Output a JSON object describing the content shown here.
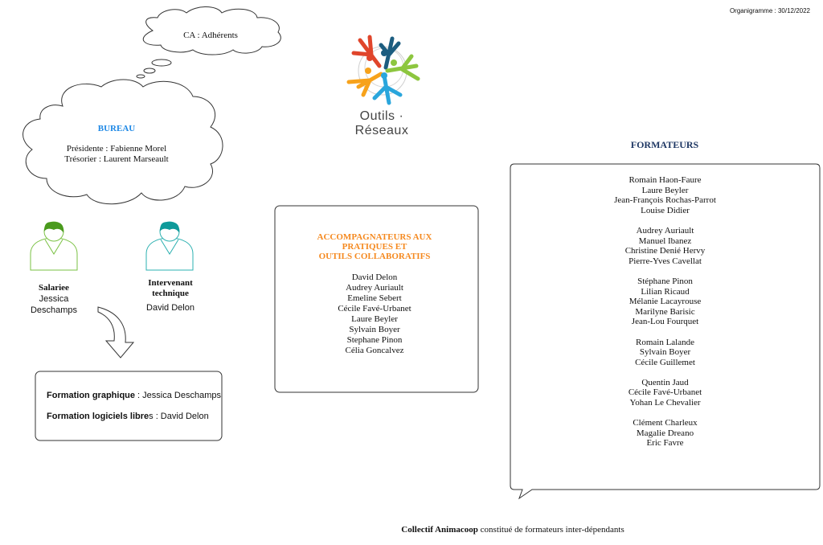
{
  "header": {
    "date_label": "Organigramme : 30/12/2022"
  },
  "ca": {
    "label": "CA : Adhérents"
  },
  "bureau": {
    "title": "BUREAU",
    "lines": [
      "Présidente : Fabienne Morel",
      "Trésorier : Laurent Marseault"
    ]
  },
  "logo": {
    "text": "Outils · Réseaux"
  },
  "people": {
    "salariee": {
      "role": "Salariee",
      "name_line1": "Jessica",
      "name_line2": "Deschamps"
    },
    "intervenant": {
      "role_line1": "Intervenant",
      "role_line2": "technique",
      "name": "David Delon"
    }
  },
  "formations": {
    "line1_bold": "Formation graphique",
    "line1_rest": " : Jessica Deschamps",
    "line2_bold": "Formation logiciels libre",
    "line2_rest": "s : David Delon"
  },
  "accompagnateurs": {
    "title_line1": "ACCOMPAGNATEURS AUX",
    "title_line2": "PRATIQUES ET",
    "title_line3": "OUTILS COLLABORATIFS",
    "members": [
      "David Delon",
      "Audrey Auriault",
      "Emeline Sebert",
      "Cécile Favé-Urbanet",
      "Laure Beyler",
      "Sylvain Boyer",
      "Stephane Pinon",
      "Célia Goncalvez"
    ]
  },
  "formateurs": {
    "title": "FORMATEURS",
    "groups": [
      [
        "Romain Haon-Faure",
        "Laure Beyler",
        "Jean-François Rochas-Parrot",
        "Louise Didier"
      ],
      [
        "Audrey Auriault",
        "Manuel Ibanez",
        "Christine Denié Hervy",
        "Pierre-Yves Cavellat"
      ],
      [
        "Stéphane Pinon",
        "Lilian Ricaud",
        "Mélanie Lacayrouse",
        "Marilyne Barisic",
        "Jean-Lou Fourquet"
      ],
      [
        "Romain Lalande",
        "Sylvain Boyer",
        "Cécile Guillemet"
      ],
      [
        "Quentin Jaud",
        "Cécile Favé-Urbanet",
        "Yohan Le Chevalier"
      ],
      [
        "Clément Charleux",
        "Magalie Dreano",
        "Eric Favre"
      ]
    ]
  },
  "footer": {
    "bold": "Collectif Animacoop",
    "rest": " constitué de formateurs inter-dépendants"
  },
  "colors": {
    "blue_title": "#1e88e5",
    "orange_title": "#f5891f",
    "navy_title": "#1f3864",
    "green_person": "#4a9a1d",
    "teal_person": "#0e9a9a"
  }
}
